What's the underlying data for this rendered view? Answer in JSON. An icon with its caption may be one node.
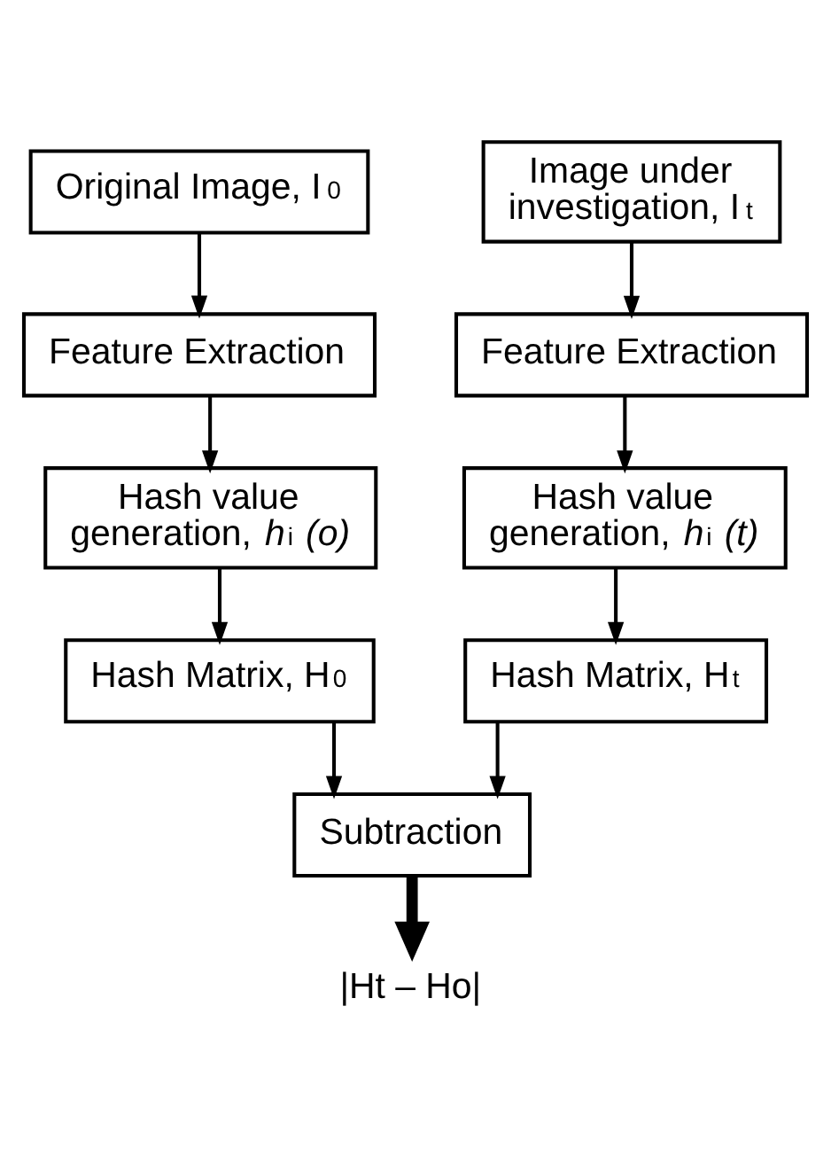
{
  "diagram": {
    "nodes": [
      {
        "text": [
          "Original Image, I$_{0}$"
        ]
      },
      {
        "text": [
          "Image under investigation, I$_{t}$"
        ]
      },
      {
        "text": [
          "Feature Extraction"
        ]
      },
      {
        "text": [
          "Feature Extraction"
        ]
      },
      {
        "text": [
          "Hash value generation, *h*$_{i}$ *(o)*"
        ]
      },
      {
        "text": [
          "Hash value generation, *h*$_{i}$ *(t)*"
        ]
      },
      {
        "text": [
          "Hash Matrix, H$_{0}$"
        ]
      },
      {
        "text": [
          "Hash Matrix, H$_{t}$"
        ]
      },
      {
        "text": [
          "Subtraction"
        ]
      },
      {
        "text": [
          "|Ht – Ho|"
        ]
      }
    ],
    "edges": [
      {
        "from": 0,
        "to": 2,
        "arrow": "to"
      },
      {
        "from": 1,
        "to": 3,
        "arrow": "to"
      },
      {
        "from": 2,
        "to": 4,
        "arrow": "to"
      },
      {
        "from": 3,
        "to": 5,
        "arrow": "to"
      },
      {
        "from": 4,
        "to": 6,
        "arrow": "to"
      },
      {
        "from": 5,
        "to": 7,
        "arrow": "to"
      },
      {
        "from": 6,
        "to": 8,
        "arrow": "to"
      },
      {
        "from": 7,
        "to": 8,
        "arrow": "to"
      },
      {
        "from": 8,
        "to": 9,
        "arrow": "to",
        "style": "thick"
      }
    ]
  }
}
